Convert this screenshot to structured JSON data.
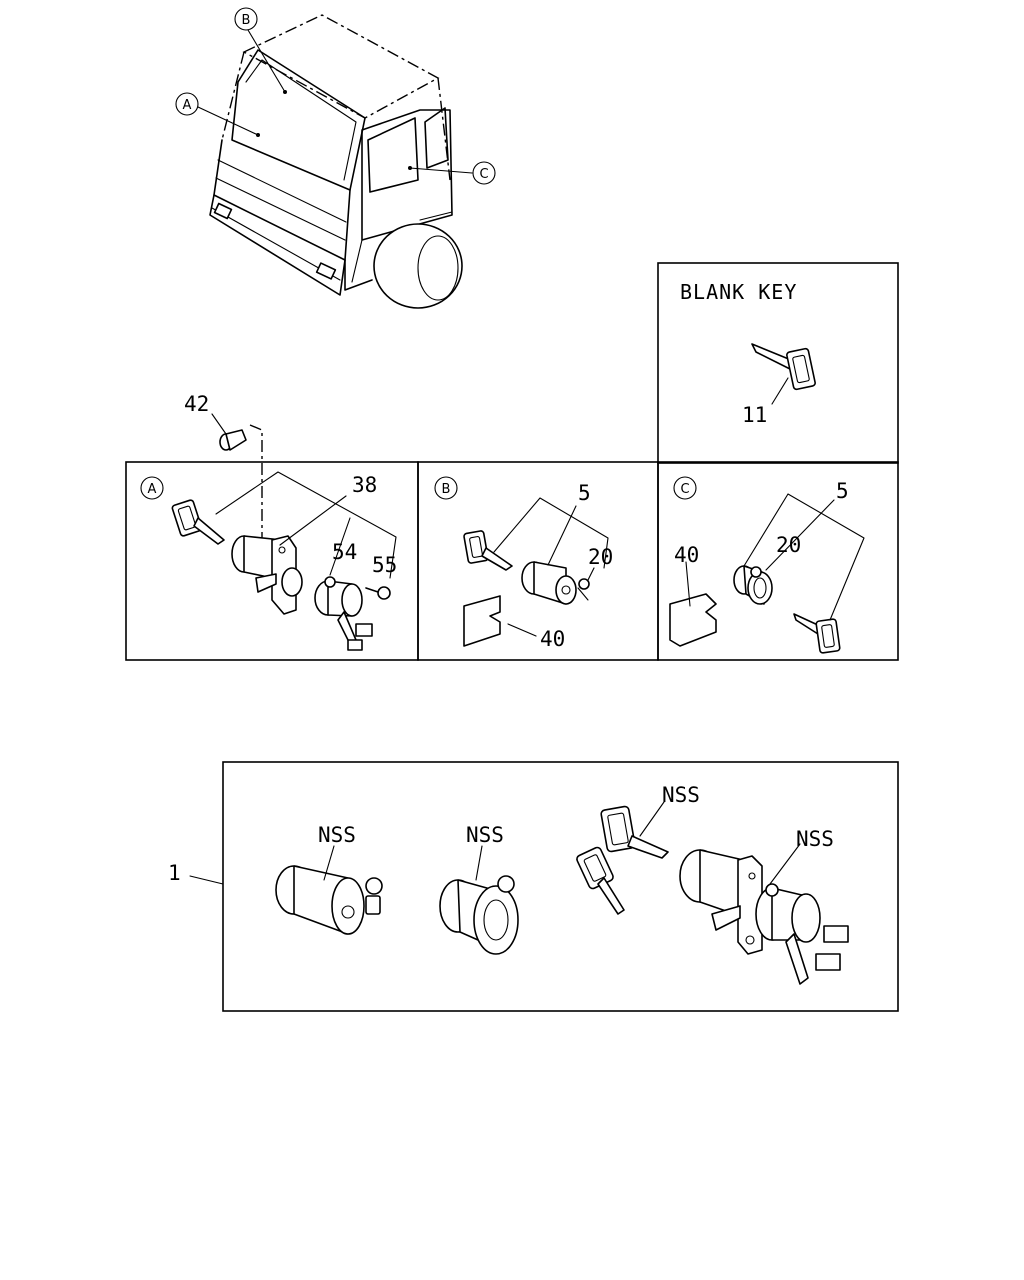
{
  "overview": {
    "callouts": [
      "A",
      "B",
      "C"
    ]
  },
  "blank_key": {
    "title": "BLANK KEY",
    "part_no": "11"
  },
  "top_part": {
    "part_no": "42"
  },
  "panel_a": {
    "marker": "A",
    "parts": [
      "38",
      "54",
      "55"
    ]
  },
  "panel_b": {
    "marker": "B",
    "parts": [
      "5",
      "20",
      "40"
    ]
  },
  "panel_c": {
    "marker": "C",
    "parts": [
      "5",
      "20",
      "40"
    ]
  },
  "assembly": {
    "part_no": "1",
    "nss_labels": [
      "NSS",
      "NSS",
      "NSS",
      "NSS"
    ]
  }
}
